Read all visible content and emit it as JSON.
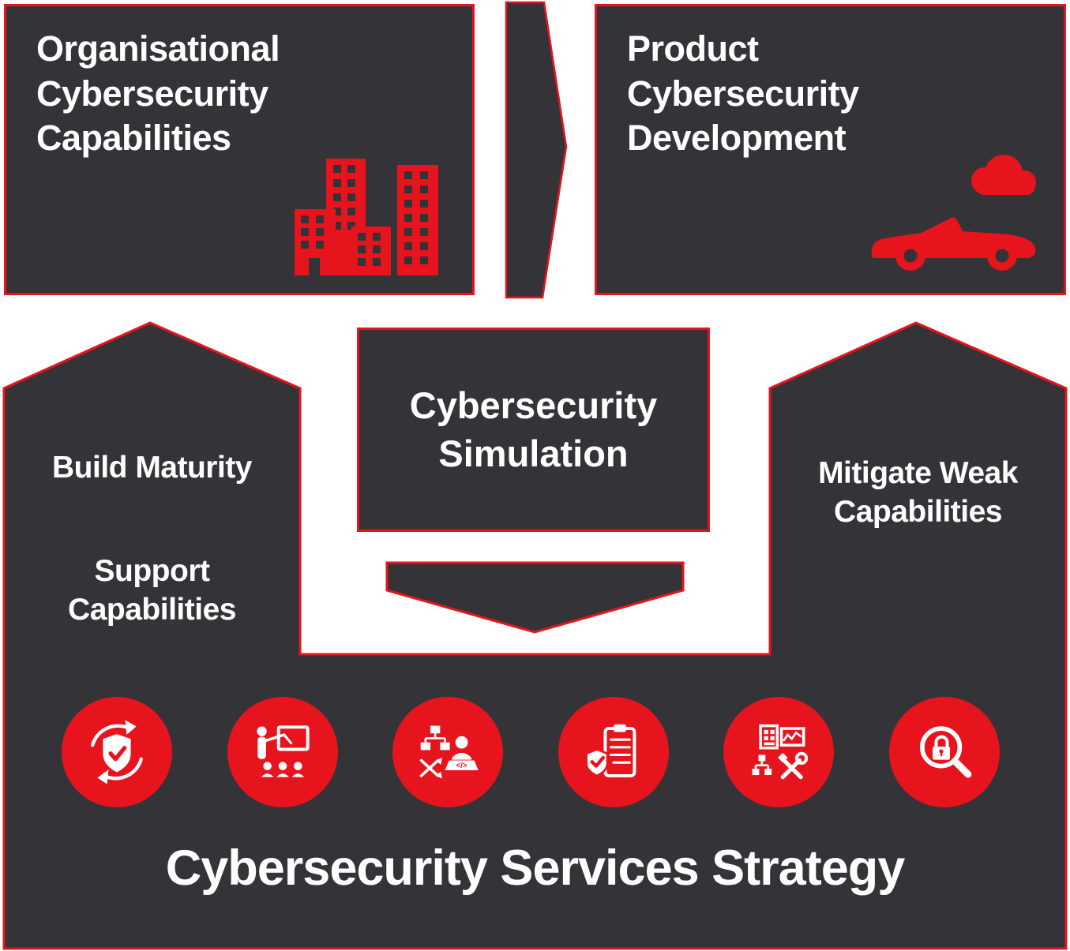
{
  "colors": {
    "accent_red": "#e8141d",
    "panel_dark": "#343438",
    "text_white": "#ffffff"
  },
  "top_left_box": {
    "title": "Organisational\nCybersecurity\nCapabilities",
    "icon": "buildings-icon"
  },
  "top_right_box": {
    "title": "Product\nCybersecurity\nDevelopment",
    "icon": "car-and-cloud-icon"
  },
  "flow_arrow": {
    "name": "right-flow-arrow"
  },
  "center_box": {
    "title": "Cybersecurity\nSimulation"
  },
  "left_banner": {
    "line1": "Build Maturity",
    "line2": "Support\nCapabilities"
  },
  "right_banner": {
    "title": "Mitigate Weak\nCapabilities"
  },
  "services": {
    "title": "Cybersecurity Services Strategy",
    "icons": [
      {
        "name": "certified-shield-cycle-icon"
      },
      {
        "name": "training-presentation-icon"
      },
      {
        "name": "secure-development-icon"
      },
      {
        "name": "compliance-checklist-shield-icon"
      },
      {
        "name": "engineering-network-tools-icon"
      },
      {
        "name": "security-audit-magnifier-lock-icon"
      }
    ]
  }
}
